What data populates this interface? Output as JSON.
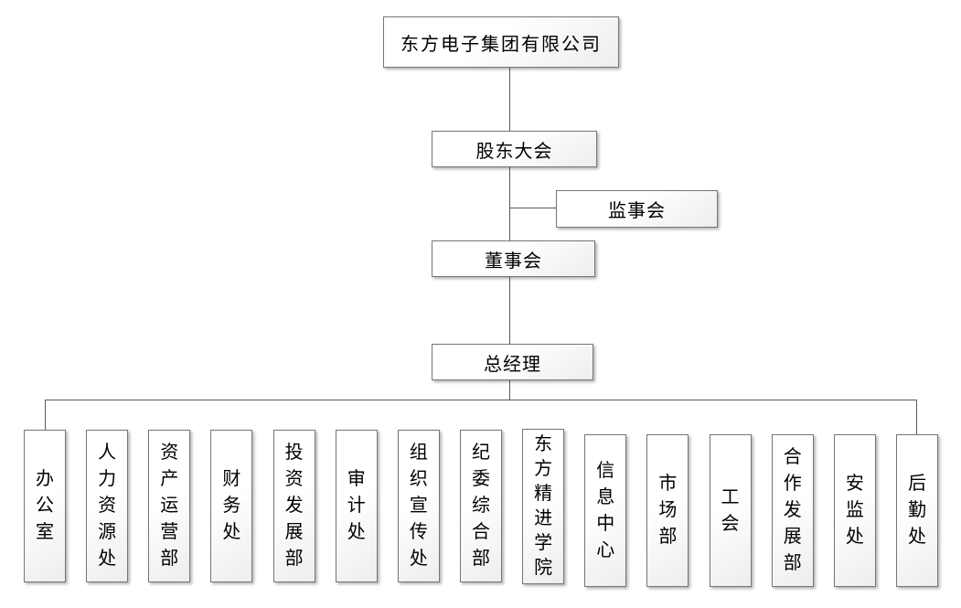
{
  "org_chart": {
    "type": "organization-chart",
    "company": "东方电子集团有限公司",
    "governance": {
      "shareholders_meeting": "股东大会",
      "supervisory_board": "监事会",
      "board_of_directors": "董事会",
      "general_manager": "总经理"
    },
    "departments": [
      {
        "label": "办公室"
      },
      {
        "label": "人力资源处"
      },
      {
        "label": "资产运营部"
      },
      {
        "label": "财务处"
      },
      {
        "label": "投资发展部"
      },
      {
        "label": "审计处"
      },
      {
        "label": "组织宣传处"
      },
      {
        "label": "纪委综合部"
      },
      {
        "label": "东方精进学院"
      },
      {
        "label": "信息中心"
      },
      {
        "label": "市场部"
      },
      {
        "label": "工会"
      },
      {
        "label": "合作发展部"
      },
      {
        "label": "安监处"
      },
      {
        "label": "后勤处"
      }
    ]
  },
  "colors": {
    "background": "#ffffff",
    "box_border": "#767676",
    "connector_line": "#595959",
    "box_fill_light": "#ffffff",
    "box_fill_dark": "#ededed",
    "text": "#000000"
  }
}
